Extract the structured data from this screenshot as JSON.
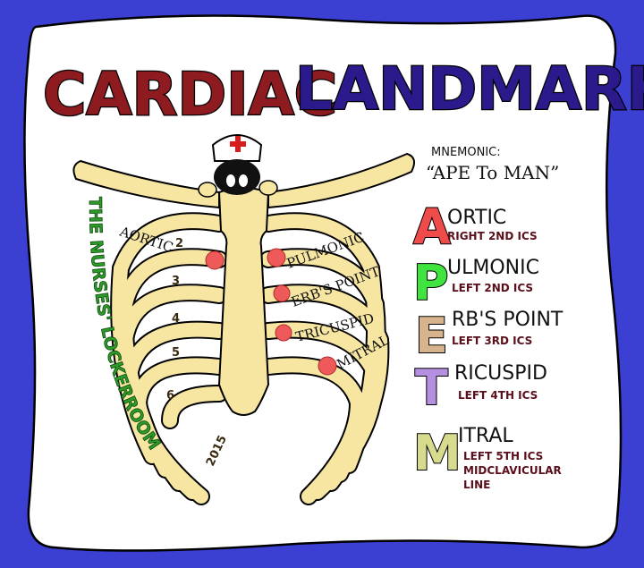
{
  "title": {
    "word1": "CARDIAC",
    "word2": "LANDMARK"
  },
  "colors": {
    "background": "#3b3fd2",
    "card": "#ffffff",
    "title1": "#8e1b1f",
    "title2": "#2b1a8c",
    "bone": "#f6e6a2",
    "point": "#ee5a5a"
  },
  "mnemonic": {
    "label": "MNEMONIC:",
    "phrase": "“APE To MAN”"
  },
  "landmarks": [
    {
      "letter": "A",
      "rest": "ORTIC",
      "location": "RIGHT 2ND ICS",
      "color": "#ef4b4b"
    },
    {
      "letter": "P",
      "rest": "ULMONIC",
      "location": "LEFT 2ND ICS",
      "color": "#3fe43f"
    },
    {
      "letter": "E",
      "rest": "RB'S POINT",
      "location": "LEFT 3RD ICS",
      "color": "#d8b48e"
    },
    {
      "letter": "T",
      "rest": "RICUSPID",
      "location": "LEFT 4TH ICS",
      "color": "#b58fe0"
    },
    {
      "letter": "M",
      "rest": "ITRAL",
      "location": "LEFT 5TH ICS",
      "location2": "MIDCLAVICULAR",
      "location3": "LINE",
      "color": "#d7db8e"
    }
  ],
  "diagram": {
    "labels": {
      "aortic": "AORTIC",
      "pulmonic": "PULMONIC",
      "erbs": "ERB'S POINT",
      "tricuspid": "TRICUSPID",
      "mitral": "MITRAL"
    },
    "rib_numbers": [
      "2",
      "3",
      "4",
      "5",
      "6"
    ]
  },
  "watermark": {
    "text": "THE NURSES' LOCKERROOM",
    "year": "2015"
  }
}
